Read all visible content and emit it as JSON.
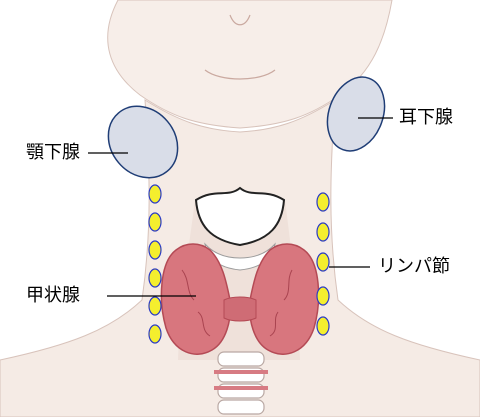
{
  "labels": {
    "submandibular": "顎下腺",
    "parotid": "耳下腺",
    "lymph": "リンパ節",
    "thyroid": "甲状腺"
  },
  "colors": {
    "background": "#ffffff",
    "skin": "#f6ece6",
    "skin_outline": "#d8c3bb",
    "gland_fill": "#d9dde8",
    "gland_outline": "#1f3d76",
    "lymph_fill": "#f4ee2e",
    "lymph_outline": "#2b3bc6",
    "thyroid_fill": "#d8757d",
    "thyroid_dark": "#b44a55",
    "cartilage": "#ffffff"
  }
}
